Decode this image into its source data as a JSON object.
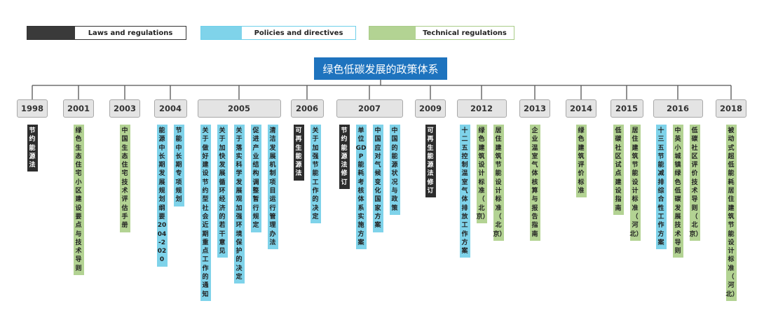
{
  "legend": {
    "laws": "Laws and regulations",
    "policies": "Policies and directives",
    "technical": "Technical regulations"
  },
  "title": "绿色低碳发展的政策体系",
  "colors": {
    "law": "#2d2d2d",
    "policy": "#7fd3ea",
    "technical": "#b3d393",
    "title_bg": "#1e73be"
  },
  "years": [
    {
      "year": "1998",
      "items": [
        {
          "text": "节约能源法",
          "type": "law"
        }
      ]
    },
    {
      "year": "2001",
      "items": [
        {
          "text": "绿色生态住宅小区建设要点与技术导则",
          "type": "tech"
        }
      ]
    },
    {
      "year": "2003",
      "items": [
        {
          "text": "中国生态住宅技术评估手册",
          "type": "tech"
        }
      ]
    },
    {
      "year": "2004",
      "items": [
        {
          "text": "能源中长期发展规划纲要2004-2020",
          "type": "policy"
        },
        {
          "text": "节能中长期专项规划",
          "type": "policy"
        }
      ]
    },
    {
      "year": "2005",
      "items": [
        {
          "text": "关于做好建设节约型社会近期重点工作的通知",
          "type": "policy"
        },
        {
          "text": "关于加快发展循环经济的若干意见",
          "type": "policy"
        },
        {
          "text": "关于落实科学发展观加强环境保护的决定",
          "type": "policy"
        },
        {
          "text": "促进产业结构调整暂行规定",
          "type": "policy"
        },
        {
          "text": "清洁发展机制项目运行管理办法",
          "type": "policy"
        }
      ]
    },
    {
      "year": "2006",
      "items": [
        {
          "text": "可再生能源法",
          "type": "law"
        },
        {
          "text": "关于加强节能工作的决定",
          "type": "policy"
        }
      ]
    },
    {
      "year": "2007",
      "items": [
        {
          "text": "节约能源法修订",
          "type": "law"
        },
        {
          "text": "单位GDP能耗考核体系实施方案",
          "type": "policy"
        },
        {
          "text": "中国应对气候变化国家方案",
          "type": "policy"
        },
        {
          "text": "中国的能源状况与政策",
          "type": "policy"
        }
      ]
    },
    {
      "year": "2009",
      "items": [
        {
          "text": "可再生能源法修订",
          "type": "law"
        }
      ]
    },
    {
      "year": "2012",
      "items": [
        {
          "text": "十二五控制温室气体排放工作方案",
          "type": "policy"
        },
        {
          "text": "绿色建筑设计标准（北京）",
          "type": "tech"
        },
        {
          "text": "居住建筑节能设计标准（北京）",
          "type": "tech"
        }
      ]
    },
    {
      "year": "2013",
      "items": [
        {
          "text": "企业温室气体核算与报告指南",
          "type": "tech"
        }
      ]
    },
    {
      "year": "2014",
      "items": [
        {
          "text": "绿色建筑评价标准",
          "type": "tech"
        }
      ]
    },
    {
      "year": "2015",
      "items": [
        {
          "text": "低碳社区试点建设指南",
          "type": "tech"
        },
        {
          "text": "居住建筑节能设计标准（河北）",
          "type": "tech"
        }
      ]
    },
    {
      "year": "2016",
      "items": [
        {
          "text": "十三五节能减排综合性工作方案",
          "type": "policy"
        },
        {
          "text": "中英小城镇绿色低碳发展技术导则",
          "type": "tech"
        },
        {
          "text": "低碳社区评价技术导则（北京）",
          "type": "tech"
        }
      ]
    },
    {
      "year": "2018",
      "items": [
        {
          "text": "被动式超低能耗居住建筑节能设计标准（河北）",
          "type": "tech"
        }
      ]
    }
  ]
}
